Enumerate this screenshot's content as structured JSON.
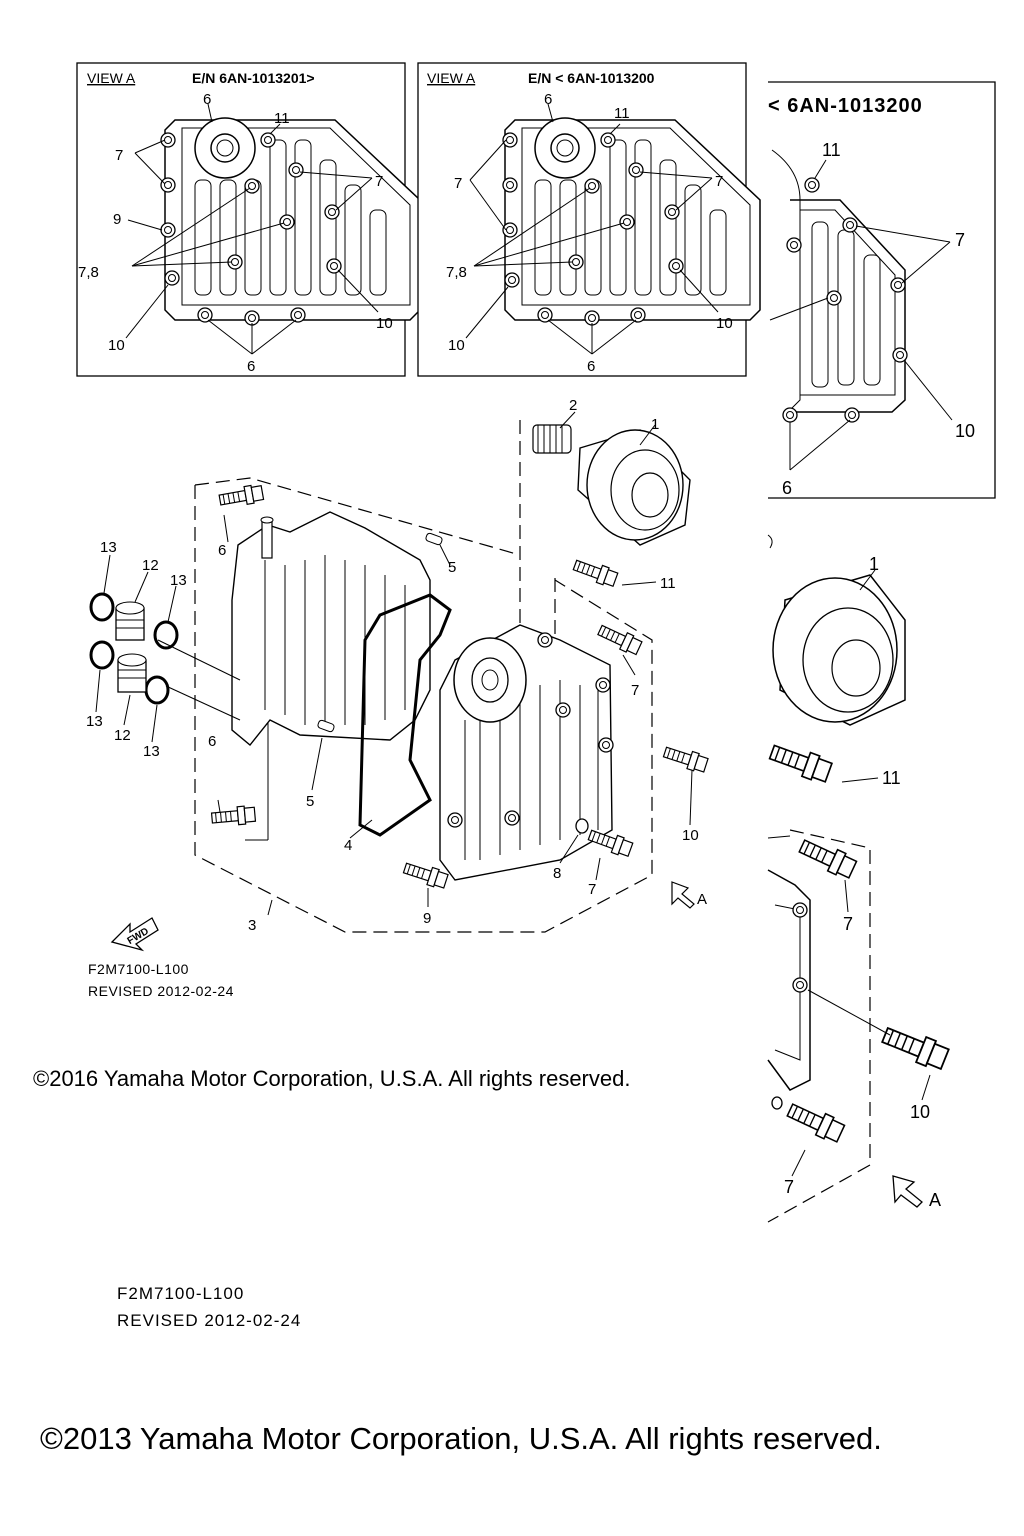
{
  "view_a_left": {
    "view_label": "VIEW A",
    "serial": "E/N 6AN-1013201>"
  },
  "view_a_right": {
    "view_label": "VIEW A",
    "serial": "E/N < 6AN-1013200"
  },
  "zoom_view": {
    "serial": "< 6AN-1013200"
  },
  "callouts": {
    "n1": "1",
    "n2": "2",
    "n3": "3",
    "n4": "4",
    "n5": "5",
    "n6": "6",
    "n7": "7",
    "n78": "7,8",
    "n8": "8",
    "n9": "9",
    "n10": "10",
    "n11": "11",
    "n12": "12",
    "n13": "13",
    "arrow_a": "A",
    "fwd": "FWD"
  },
  "footer_small": {
    "code": "F2M7100-L100",
    "revised": "REVISED 2012-02-24"
  },
  "copyright_small": "©2016 Yamaha Motor Corporation, U.S.A. All rights reserved.",
  "footer_large": {
    "code": "F2M7100-L100",
    "revised": "REVISED 2012-02-24"
  },
  "copyright_large": "©2013 Yamaha Motor Corporation, U.S.A. All rights reserved."
}
